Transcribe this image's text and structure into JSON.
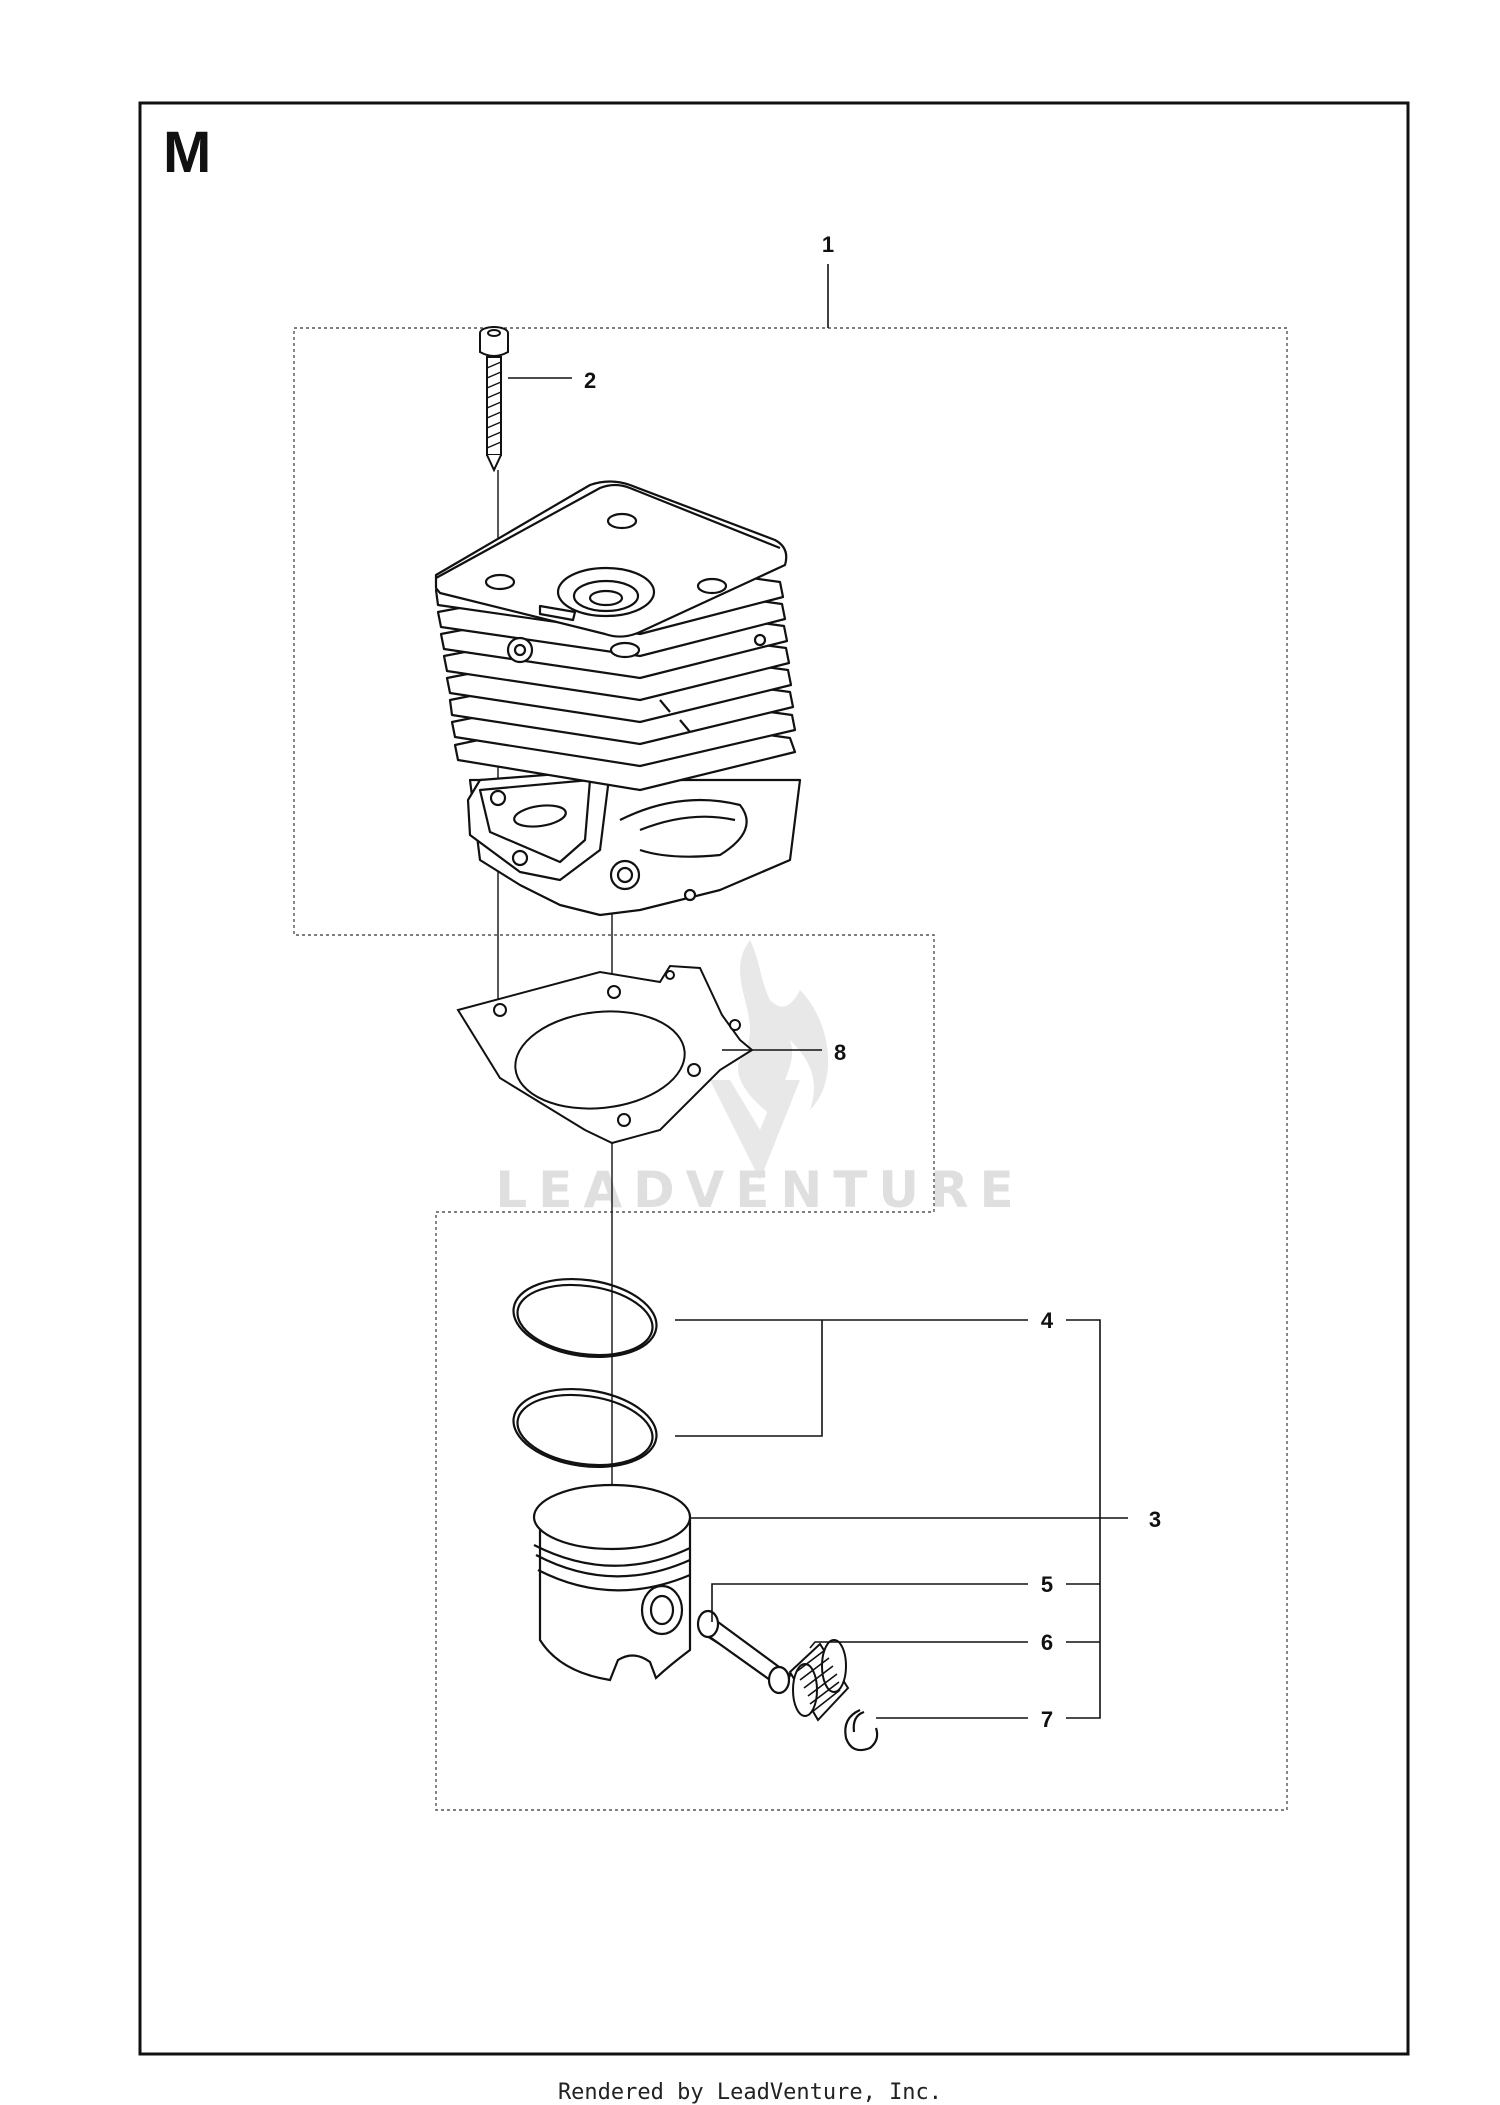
{
  "section_letter": "M",
  "callouts": {
    "c1": "1",
    "c2": "2",
    "c3": "3",
    "c4": "4",
    "c5": "5",
    "c6": "6",
    "c7": "7",
    "c8": "8"
  },
  "watermark": "LEADVENTURE",
  "footer": "Rendered by LeadVenture, Inc."
}
